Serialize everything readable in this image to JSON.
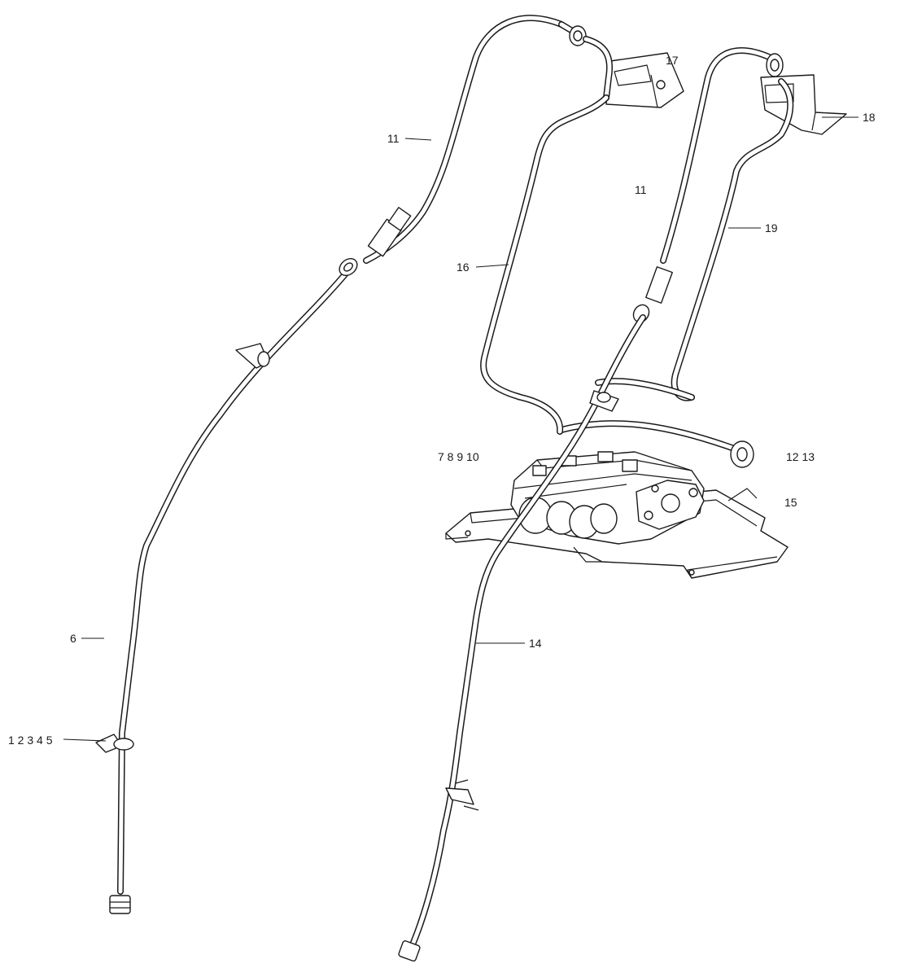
{
  "callouts": {
    "c17": "17",
    "c18": "18",
    "c11_left": "11",
    "c11_right": "11",
    "c19": "19",
    "c16": "16",
    "c7_8_9_10": "7 8 9 10",
    "c12_13": "12 13",
    "c15": "15",
    "c6": "6",
    "c14": "14",
    "c1_2_3_4_5": "1 2 3 4 5"
  },
  "colors": {
    "line": "#1a1a1a",
    "background": "#ffffff"
  }
}
